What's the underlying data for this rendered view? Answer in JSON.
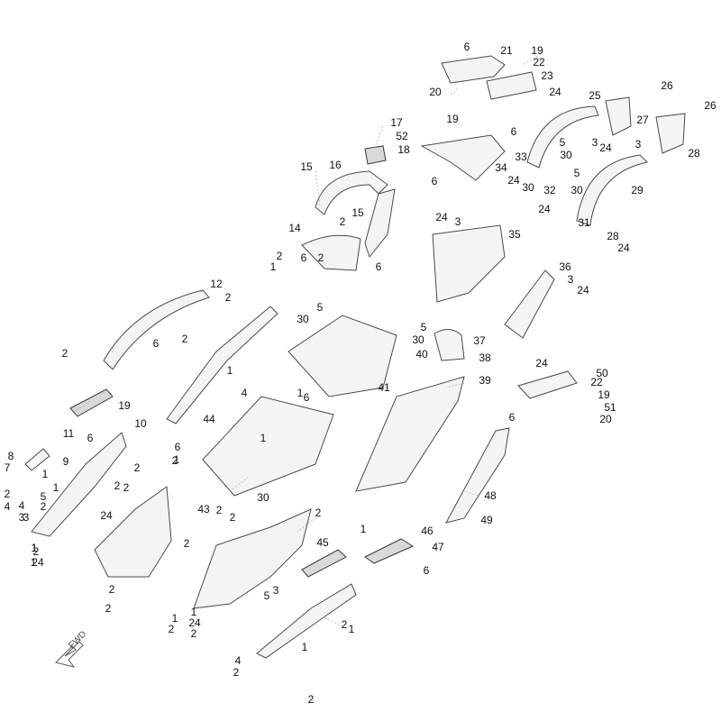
{
  "diagram": {
    "forward_label": "FWD",
    "callouts": [
      "6",
      "21",
      "19",
      "22",
      "20",
      "23",
      "24",
      "19",
      "25",
      "26",
      "27",
      "26",
      "3",
      "24",
      "3",
      "28",
      "17",
      "52",
      "18",
      "15",
      "16",
      "6",
      "33",
      "34",
      "5",
      "30",
      "6",
      "24",
      "30",
      "32",
      "5",
      "30",
      "29",
      "24",
      "3",
      "35",
      "15",
      "14",
      "2",
      "24",
      "31",
      "28",
      "24",
      "2",
      "6",
      "2",
      "1",
      "6",
      "36",
      "3",
      "24",
      "12",
      "2",
      "2",
      "6",
      "2",
      "1",
      "5",
      "30",
      "5",
      "30",
      "37",
      "38",
      "40",
      "41",
      "39",
      "1",
      "4",
      "6",
      "44",
      "24",
      "50",
      "22",
      "19",
      "51",
      "6",
      "20",
      "19",
      "10",
      "11",
      "8",
      "7",
      "1",
      "6",
      "9",
      "2",
      "2",
      "2",
      "1",
      "6",
      "1",
      "2",
      "30",
      "43",
      "2",
      "2",
      "1",
      "5",
      "4",
      "4",
      "2",
      "3",
      "3",
      "1",
      "2",
      "24",
      "2",
      "2",
      "45",
      "46",
      "47",
      "1",
      "6",
      "48",
      "49",
      "2",
      "2",
      "1",
      "2",
      "1",
      "2",
      "24",
      "3",
      "5",
      "2",
      "4",
      "2",
      "1",
      "1",
      "24",
      "1",
      "2",
      "1",
      "2"
    ]
  }
}
